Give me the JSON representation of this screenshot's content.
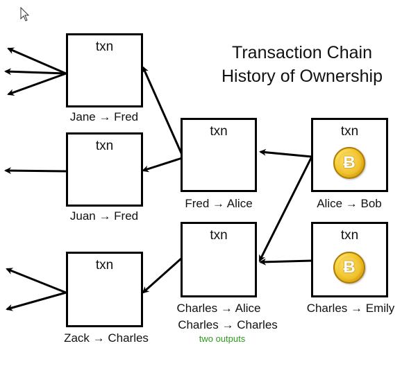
{
  "title": {
    "line1": "Transaction Chain",
    "line2": "History of Ownership"
  },
  "boxes": {
    "jane_fred": {
      "title": "txn",
      "label": "Jane → Fred"
    },
    "juan_fred": {
      "title": "txn",
      "label": "Juan → Fred"
    },
    "zack_charles": {
      "title": "txn",
      "label": "Zack → Charles"
    },
    "fred_alice": {
      "title": "txn",
      "label": "Fred → Alice"
    },
    "charles_alice": {
      "title": "txn",
      "label1": "Charles → Alice",
      "label2": "Charles → Charles",
      "note": "two outputs"
    },
    "alice_bob": {
      "title": "txn",
      "label": "Alice → Bob",
      "icon": "bitcoin-icon"
    },
    "charles_emily": {
      "title": "txn",
      "label": "Charles → Emily",
      "icon": "bitcoin-icon"
    }
  },
  "coin_symbol": "Ƀ",
  "colors": {
    "note": "#2a9a1a",
    "coin": "#f3c92a"
  }
}
